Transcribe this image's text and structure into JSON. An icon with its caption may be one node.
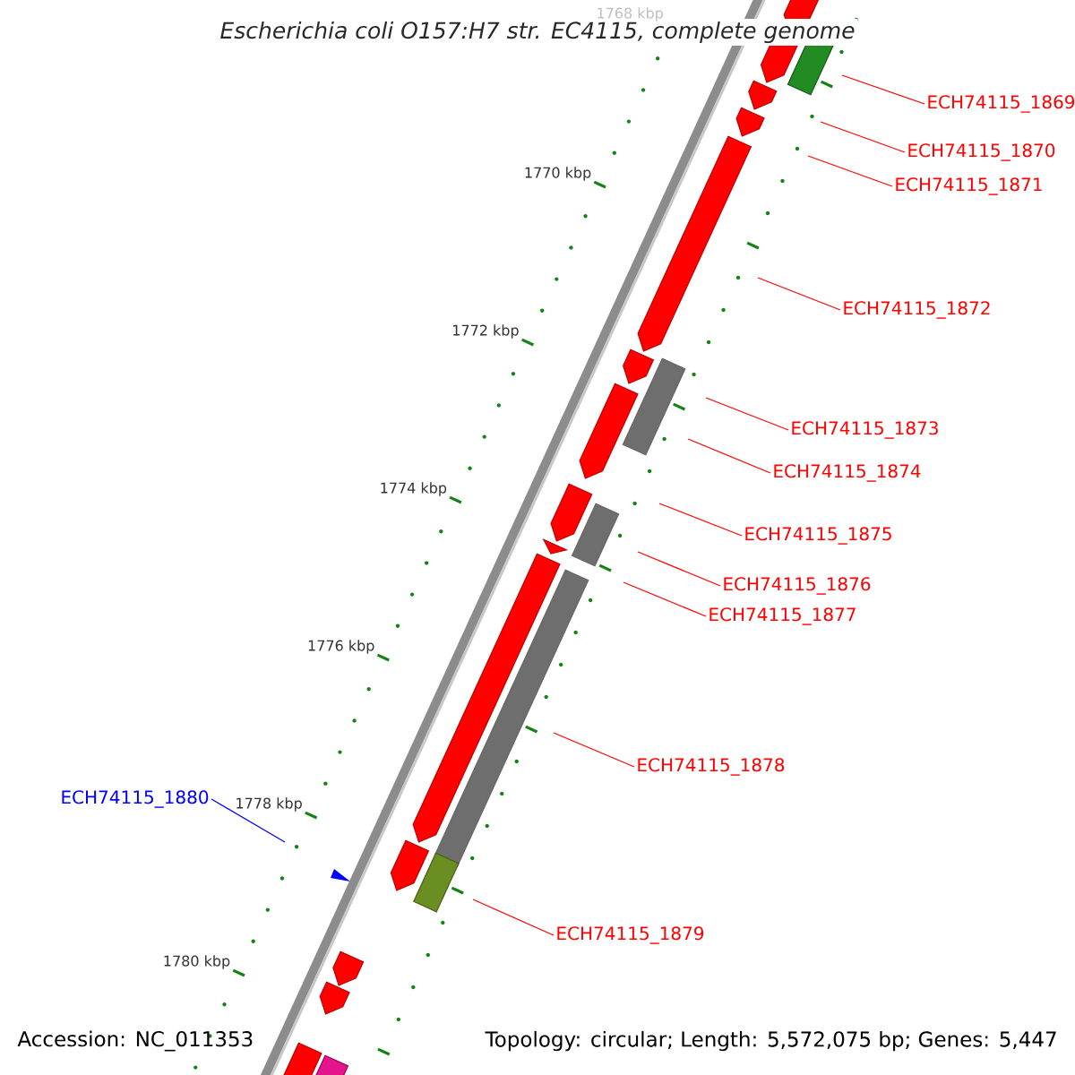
{
  "diagram": {
    "title": "Escherichia coli O157:H7 str. EC4115, complete genome",
    "nodes": [
      {
        "text": [
          "ECH74115_1869"
        ]
      },
      {
        "text": [
          "ECH74115_1870"
        ]
      },
      {
        "text": [
          "ECH74115_1871"
        ]
      },
      {
        "text": [
          "ECH74115_1872"
        ]
      },
      {
        "text": [
          "ECH74115_1873"
        ]
      },
      {
        "text": [
          "ECH74115_1874"
        ]
      },
      {
        "text": [
          "ECH74115_1875"
        ]
      },
      {
        "text": [
          "ECH74115_1876"
        ]
      },
      {
        "text": [
          "ECH74115_1877"
        ]
      },
      {
        "text": [
          "ECH74115_1878"
        ]
      },
      {
        "text": [
          "ECH74115_1880"
        ]
      },
      {
        "text": [
          "ECH74115_1879"
        ]
      }
    ],
    "edges": [
      {
        "from": 0,
        "to": null,
        "arrow": "none"
      },
      {
        "from": 1,
        "to": null,
        "arrow": "none"
      },
      {
        "from": 2,
        "to": null,
        "arrow": "none"
      },
      {
        "from": 3,
        "to": null,
        "arrow": "none"
      },
      {
        "from": 4,
        "to": null,
        "arrow": "none"
      },
      {
        "from": 5,
        "to": null,
        "arrow": "none"
      },
      {
        "from": 6,
        "to": null,
        "arrow": "none"
      },
      {
        "from": 7,
        "to": null,
        "arrow": "none"
      },
      {
        "from": 8,
        "to": null,
        "arrow": "none"
      },
      {
        "from": 9,
        "to": null,
        "arrow": "none"
      },
      {
        "from": 10,
        "to": null,
        "arrow": "none",
        "color": "#0000ff"
      },
      {
        "from": 11,
        "to": null,
        "arrow": "none"
      }
    ],
    "labels": [
      "1768 kbp",
      "1770 kbp",
      "1772 kbp",
      "1774 kbp",
      "1776 kbp",
      "1778 kbp",
      "1780 kbp",
      "Accession: NC_011353",
      "Topology: circular; Length: 5,572,075 bp; Genes: 5,447"
    ]
  }
}
